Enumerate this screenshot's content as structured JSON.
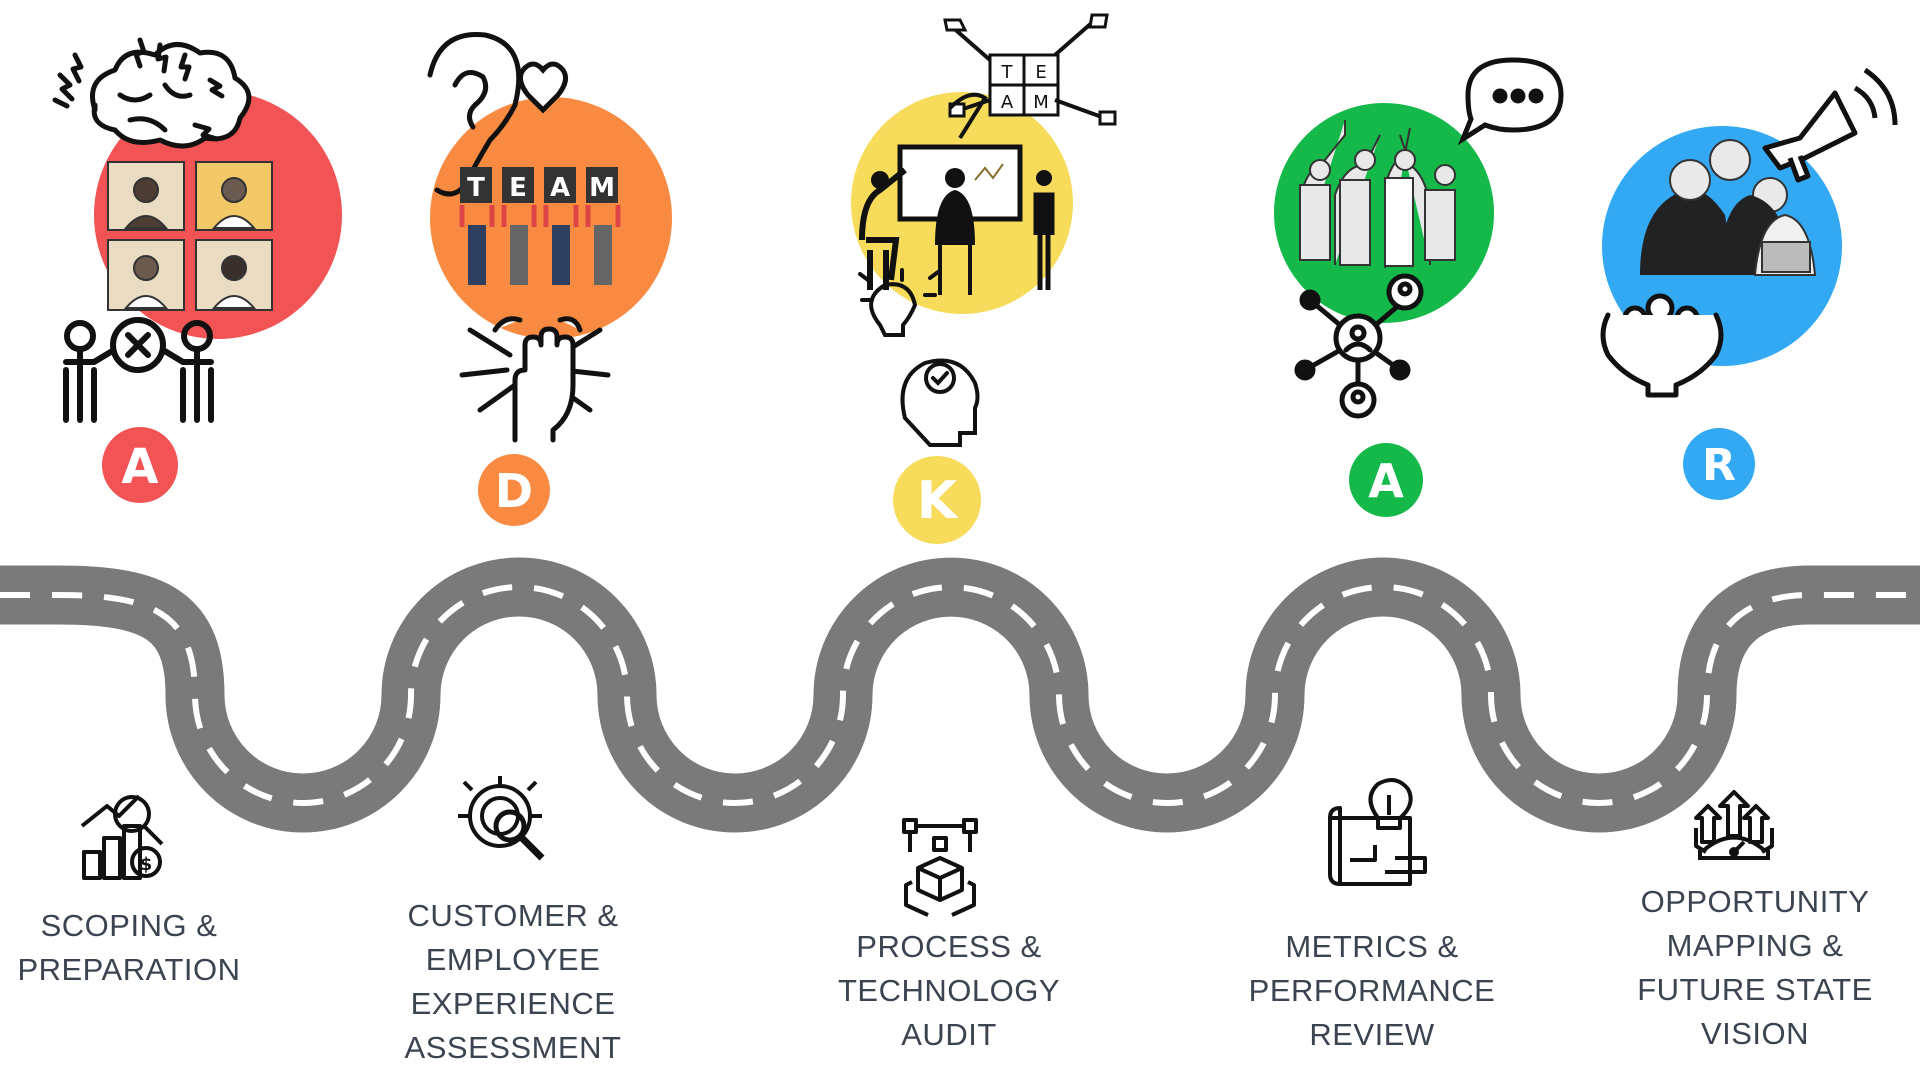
{
  "stages": [
    {
      "letter": "A",
      "color": "#f25456"
    },
    {
      "letter": "D",
      "color": "#f88b41"
    },
    {
      "letter": "K",
      "color": "#f6dc5a"
    },
    {
      "letter": "A",
      "color": "#14b94a"
    },
    {
      "letter": "R",
      "color": "#34a9f3"
    }
  ],
  "team_sign": [
    "T",
    "E",
    "A",
    "M"
  ],
  "puzzle_letters": [
    "T",
    "E",
    "A",
    "M"
  ],
  "steps": [
    {
      "icon": "growth-chart-dollar-icon",
      "lines": [
        "SCOPING &",
        "PREPARATION"
      ]
    },
    {
      "icon": "target-magnifier-icon",
      "lines": [
        "CUSTOMER &",
        "EMPLOYEE",
        "EXPERIENCE",
        "ASSESSMENT"
      ]
    },
    {
      "icon": "process-cubes-icon",
      "lines": [
        "PROCESS &",
        "TECHNOLOGY",
        "AUDIT"
      ]
    },
    {
      "icon": "blueprint-lightbulb-icon",
      "lines": [
        "METRICS &",
        "PERFORMANCE",
        "REVIEW"
      ]
    },
    {
      "icon": "growth-arrows-gauge-icon",
      "lines": [
        "OPPORTUNITY",
        "MAPPING &",
        "FUTURE STATE",
        "VISION"
      ]
    }
  ],
  "road": {
    "surface_color": "#7a7a7a",
    "marking_color": "#ffffff"
  }
}
